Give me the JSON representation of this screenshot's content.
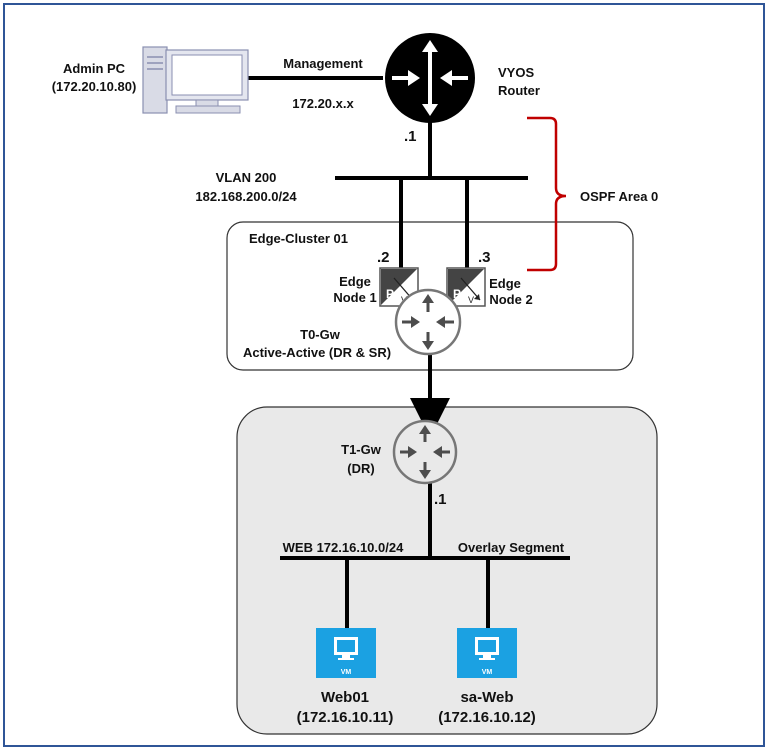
{
  "admin_pc": {
    "name": "Admin PC",
    "ip": "(172.20.10.80)"
  },
  "management": {
    "label": "Management",
    "subnet": "172.20.x.x"
  },
  "router": {
    "name_line1": "VYOS",
    "name_line2": "Router",
    "if_ip": ".1"
  },
  "vlan": {
    "name": "VLAN 200",
    "subnet": "182.168.200.0/24"
  },
  "ospf": {
    "label": "OSPF Area 0",
    "bracket_color": "#c00000"
  },
  "edge_cluster": {
    "title": "Edge-Cluster 01",
    "node1": {
      "name_line1": "Edge",
      "name_line2": "Node 1",
      "ip": ".2"
    },
    "node2": {
      "name_line1": "Edge",
      "name_line2": "Node 2",
      "ip": ".3"
    },
    "t0": {
      "name": "T0-Gw",
      "mode": "Active-Active (DR & SR)"
    }
  },
  "t1": {
    "name": "T1-Gw",
    "mode": "(DR)",
    "if_ip": ".1"
  },
  "segment": {
    "name": "WEB 172.16.10.0/24",
    "type": "Overlay Segment"
  },
  "vms": [
    {
      "name": "Web01",
      "ip": "(172.16.10.11)",
      "badge": "VM"
    },
    {
      "name": "sa-Web",
      "ip": "(172.16.10.12)",
      "badge": "VM"
    }
  ],
  "colors": {
    "frame": "#2f5597",
    "vm_tile": "#1ba1e2",
    "nsx_box": "#e9e9e9",
    "router_icon": "#000000",
    "gateway_icon": "#5a5a5a"
  }
}
